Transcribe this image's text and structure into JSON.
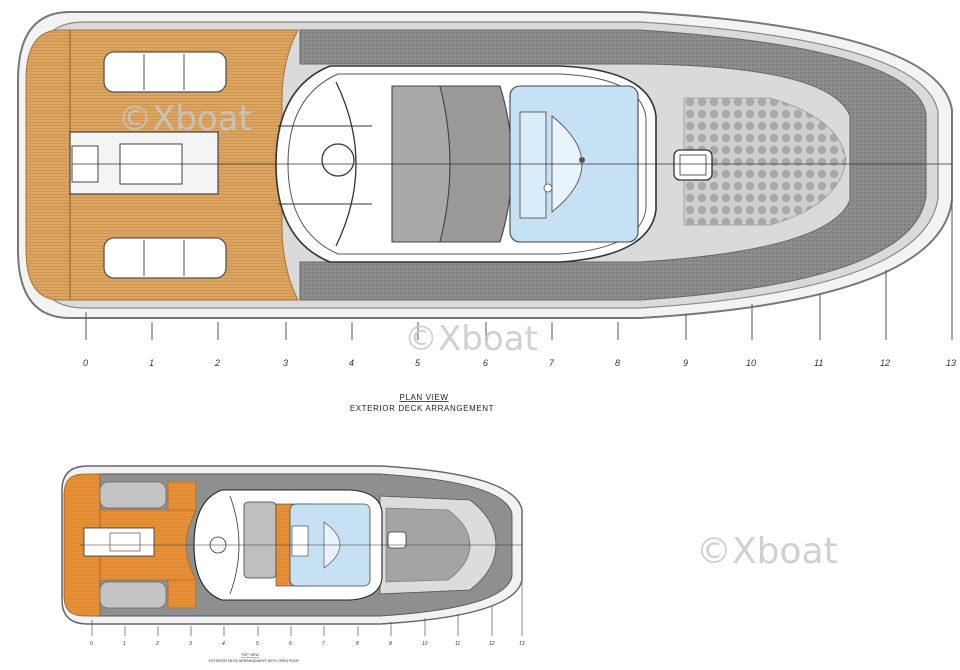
{
  "main_plan": {
    "title": "PLAN VIEW",
    "subtitle": "EXTERIOR DECK ARRANGEMENT",
    "stations": [
      "0",
      "1",
      "2",
      "3",
      "4",
      "5",
      "6",
      "7",
      "8",
      "9",
      "10",
      "11",
      "12",
      "13"
    ]
  },
  "small_plan": {
    "title": "TOP VIEW",
    "subtitle": "EXTERIOR DECK ARRANGEMENT WITH OPEN ROOF",
    "stations": [
      "0",
      "1",
      "2",
      "3",
      "4",
      "5",
      "6",
      "7",
      "8",
      "9",
      "10",
      "11",
      "12",
      "13"
    ]
  },
  "watermark": "©Xboat",
  "colors": {
    "teak": "#d9a05c",
    "teak_dark": "#c98a3e",
    "deck_grey": "#8f8f8f",
    "hull_outline": "#8a8a8a",
    "glass_blue": "#c7e1f4",
    "seat_grey": "#bdbdbd",
    "orange_deck": "#e8933a"
  }
}
